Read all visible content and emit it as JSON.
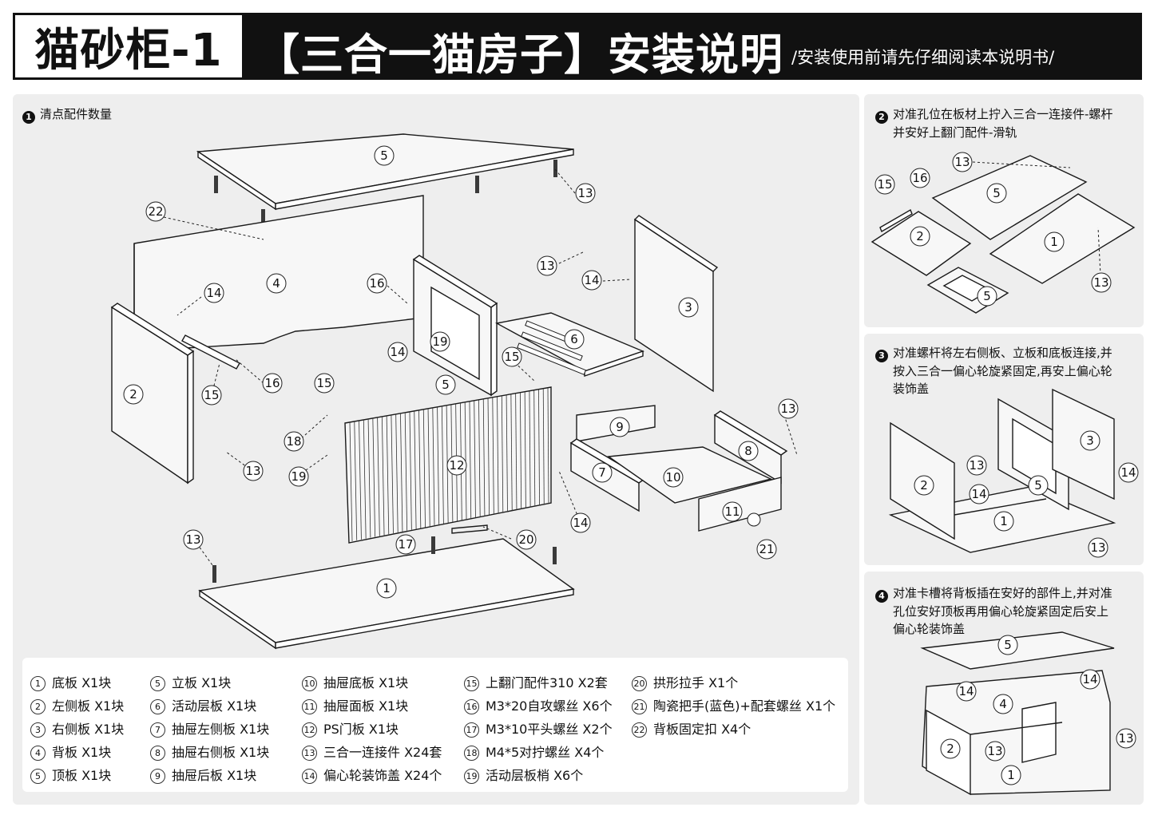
{
  "header": {
    "model": "猫砂柜-1",
    "title": "【三合一猫房子】安装说明",
    "subtitle": "/安装使用前请先仔细阅读本说明书/"
  },
  "steps": [
    {
      "num": "1",
      "text": "清点配件数量"
    },
    {
      "num": "2",
      "line1": "对准孔位在板材上拧入三合一连接件-螺杆",
      "line2": "并安好上翻门配件-滑轨"
    },
    {
      "num": "3",
      "line1": "对准螺杆将左右侧板、立板和底板连接,并",
      "line2": "按入三合一偏心轮旋紧固定,再安上偏心轮",
      "line3": "装饰盖"
    },
    {
      "num": "4",
      "line1": "对准卡槽将背板插在安好的部件上,并对准",
      "line2": "孔位安好顶板再用偏心轮旋紧固定后安上",
      "line3": "偏心轮装饰盖"
    }
  ],
  "parts": [
    {
      "num": "1",
      "text": "底板 X1块"
    },
    {
      "num": "2",
      "text": "左侧板 X1块"
    },
    {
      "num": "3",
      "text": "右侧板 X1块"
    },
    {
      "num": "4",
      "text": "背板 X1块"
    },
    {
      "num": "5",
      "text": "顶板 X1块"
    },
    {
      "num": "5",
      "text": "立板 X1块"
    },
    {
      "num": "6",
      "text": "活动层板 X1块"
    },
    {
      "num": "7",
      "text": "抽屉左侧板 X1块"
    },
    {
      "num": "8",
      "text": "抽屉右侧板 X1块"
    },
    {
      "num": "9",
      "text": "抽屉后板 X1块"
    },
    {
      "num": "10",
      "text": "抽屉底板 X1块"
    },
    {
      "num": "11",
      "text": "抽屉面板 X1块"
    },
    {
      "num": "12",
      "text": "PS门板 X1块"
    },
    {
      "num": "13",
      "text": "三合一连接件 X24套"
    },
    {
      "num": "14",
      "text": "偏心轮装饰盖 X24个"
    },
    {
      "num": "15",
      "text": "上翻门配件310 X2套"
    },
    {
      "num": "16",
      "text": "M3*20自攻螺丝 X6个"
    },
    {
      "num": "17",
      "text": "M3*10平头螺丝 X2个"
    },
    {
      "num": "18",
      "text": "M4*5对拧螺丝 X4个"
    },
    {
      "num": "19",
      "text": "活动层板梢 X6个"
    },
    {
      "num": "20",
      "text": "拱形拉手 X1个"
    },
    {
      "num": "21",
      "text": "陶瓷把手(蓝色)+配套螺丝 X1个"
    },
    {
      "num": "22",
      "text": "背板固定扣 X4个"
    }
  ],
  "callouts": {
    "n1": "1",
    "n2": "2",
    "n3": "3",
    "n4": "4",
    "n5": "5",
    "n6": "6",
    "n7": "7",
    "n8": "8",
    "n9": "9",
    "n10": "10",
    "n11": "11",
    "n12": "12",
    "n13": "13",
    "n14": "14",
    "n15": "15",
    "n16": "16",
    "n17": "17",
    "n18": "18",
    "n19": "19",
    "n20": "20",
    "n21": "21",
    "n22": "22"
  },
  "icons": {
    "step_marker": "filled-circle-number",
    "callout": "circled-number"
  }
}
